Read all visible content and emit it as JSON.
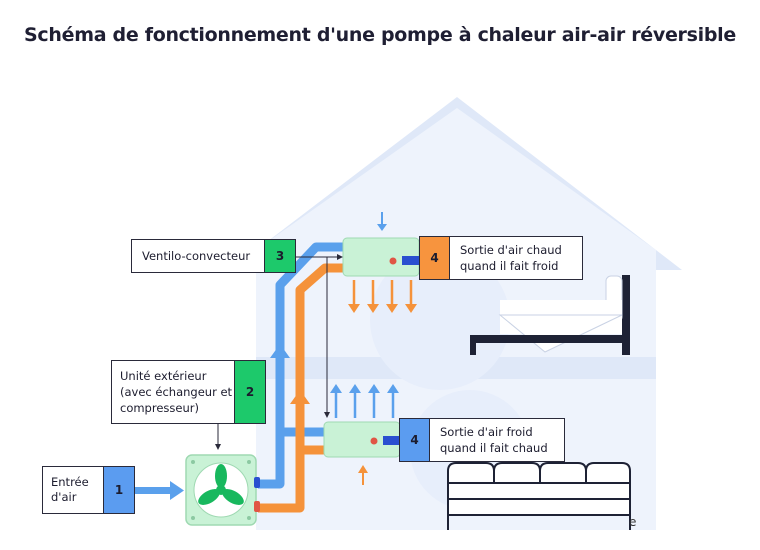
{
  "title": "Schéma de fonctionnement d'une pompe à chaleur air-air réversible",
  "labels": {
    "entree": {
      "text": "Entrée d'air",
      "number": "1"
    },
    "unite": {
      "text": "Unité extérieur (avec échangeur et compresseur)",
      "number": "2"
    },
    "ventilo": {
      "text": "Ventilo-convecteur",
      "number": "3"
    },
    "sortie_chaud": {
      "text": "Sortie d'air chaud quand il fait froid",
      "number": "4"
    },
    "sortie_froid": {
      "text": "Sortie d'air froid quand il fait chaud",
      "number": "4"
    }
  },
  "crop_letter": "e",
  "colors": {
    "blue_flow": "#5aa0ec",
    "orange_flow": "#f5923a",
    "green_label": "#1dc96b",
    "blue_label": "#5b9cf0",
    "orange_label": "#f7943e",
    "unit_green": "#c9f2d6",
    "house": "#dfe8f8"
  },
  "icons": [
    "fan-icon",
    "bed-icon",
    "sofa-icon",
    "indoor-unit-icon"
  ]
}
